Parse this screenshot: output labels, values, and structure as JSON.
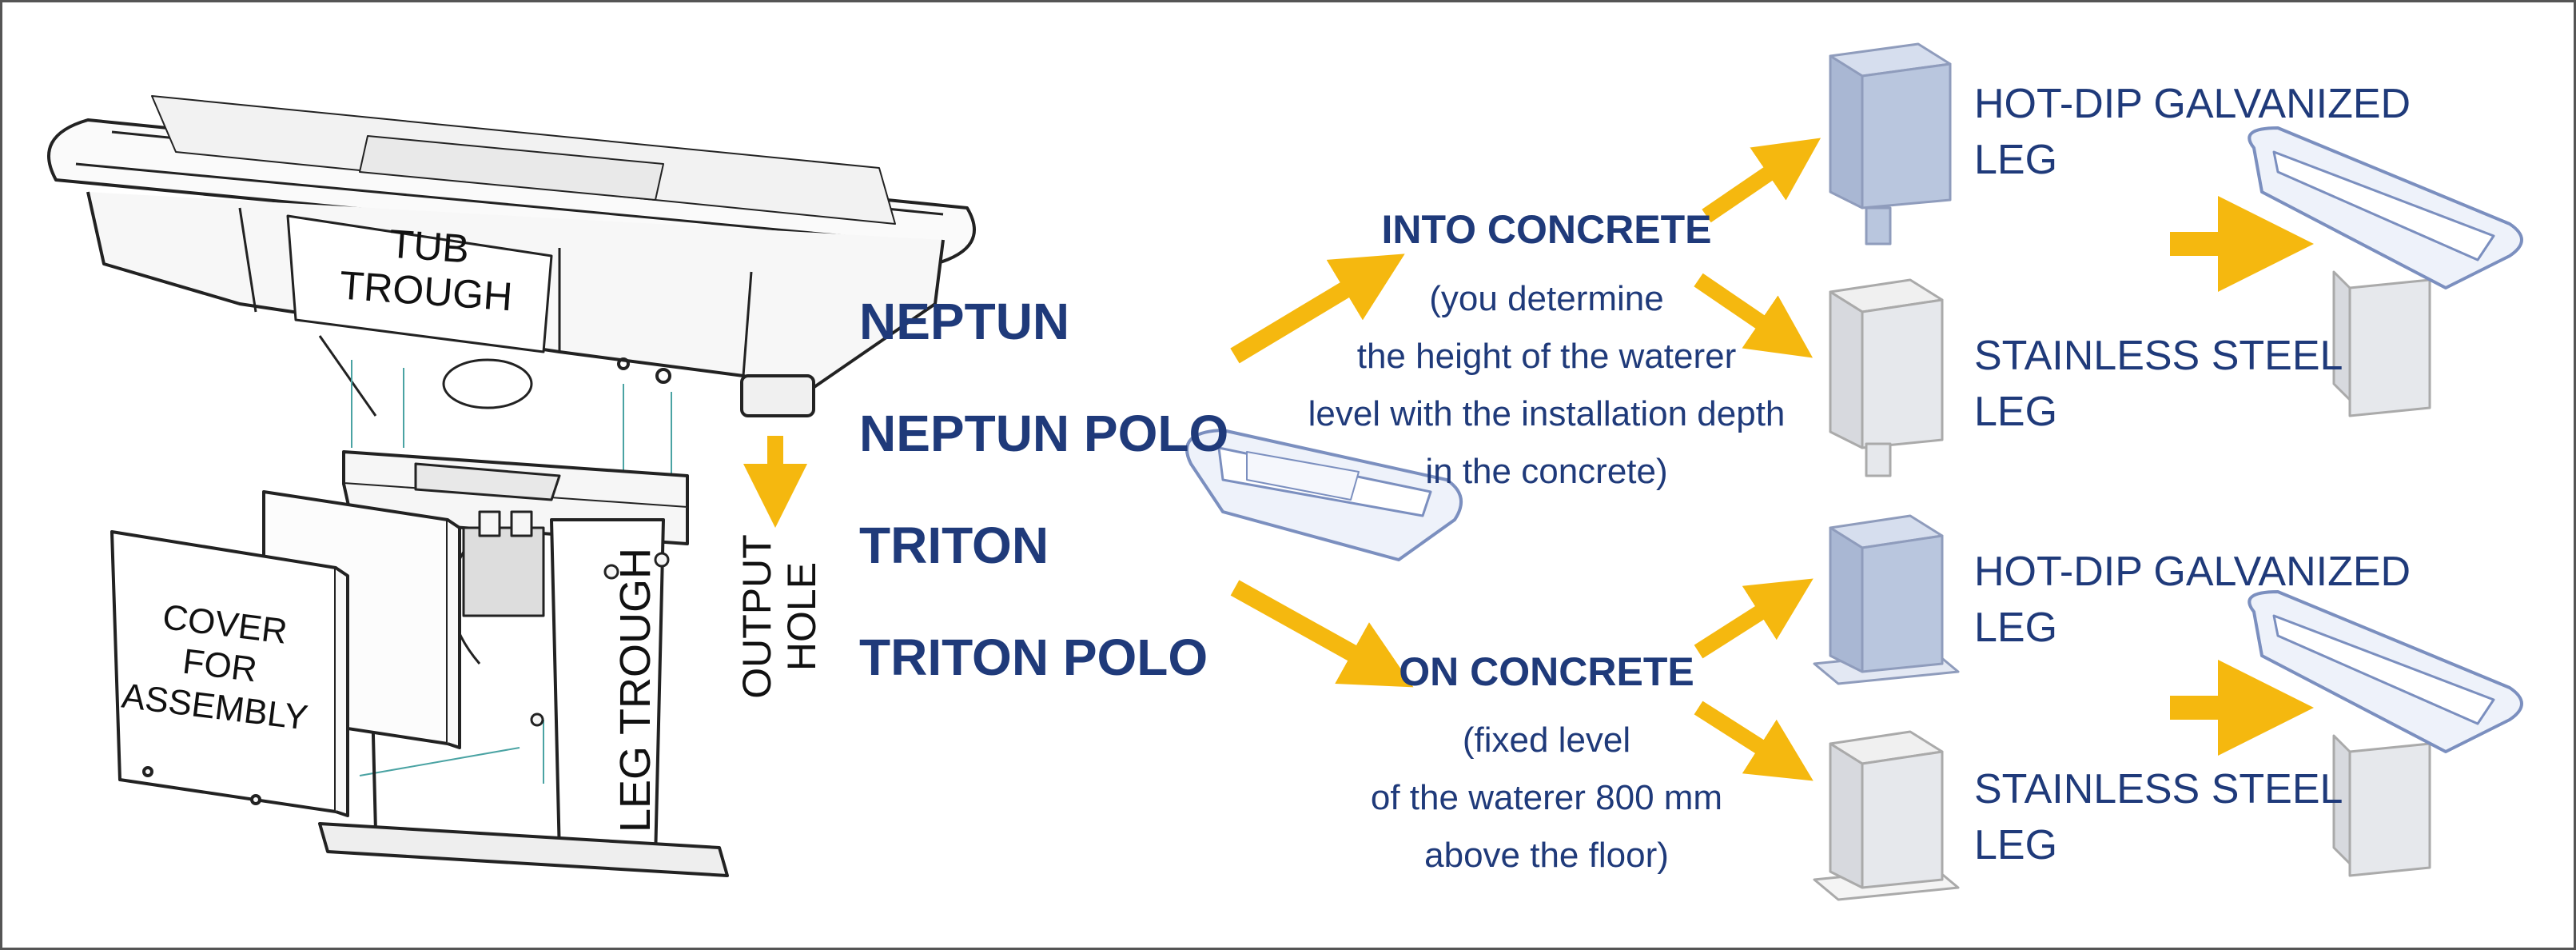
{
  "parts": {
    "tub_trough": [
      "TUB",
      "TROUGH"
    ],
    "cover_for_assembly": [
      "COVER",
      "FOR",
      "ASSEMBLY"
    ],
    "leg_trough": "LEG TROUGH",
    "output_hole": [
      "OUTPUT",
      "HOLE"
    ]
  },
  "models": [
    "NEPTUN",
    "NEPTUN POLO",
    "TRITON",
    "TRITON POLO"
  ],
  "installation": {
    "into_concrete": {
      "title": "INTO CONCRETE",
      "desc": [
        "(you determine",
        "the height of the waterer",
        "level with the installation depth",
        "in the concrete)"
      ]
    },
    "on_concrete": {
      "title": "ON CONCRETE",
      "desc": [
        "(fixed level",
        "of the waterer 800 mm",
        "above the floor)"
      ]
    }
  },
  "legs": {
    "galvanized": [
      "HOT-DIP GALVANIZED",
      "LEG"
    ],
    "stainless": [
      "STAINLESS STEEL",
      "LEG"
    ]
  },
  "colors": {
    "text_blue": "#1f3a7a",
    "arrow_yellow": "#f5b80f",
    "galvanized_leg": "#b9c6de",
    "stainless_leg": "#e6e8ec"
  }
}
